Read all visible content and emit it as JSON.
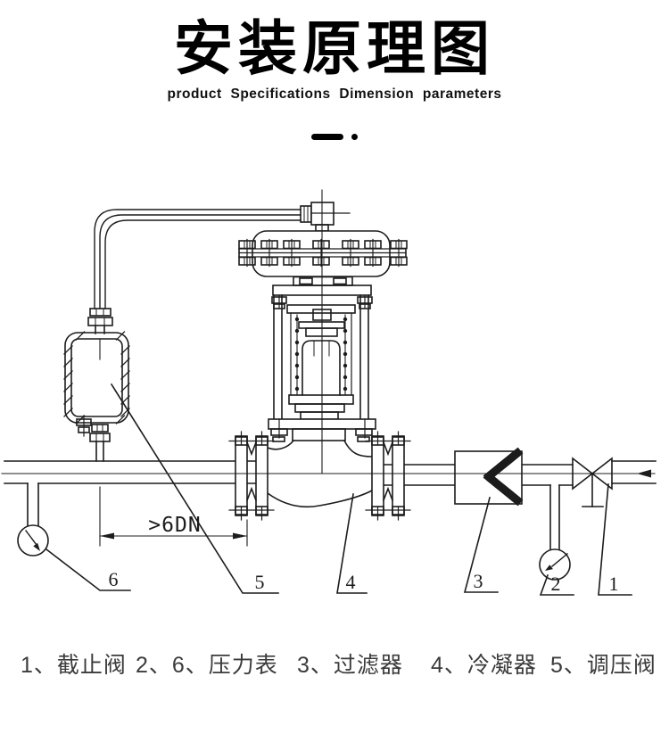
{
  "header": {
    "title": "安装原理图",
    "subtitle": "product  Specifications  Dimension parameters"
  },
  "diagram": {
    "dimension_label": ">6DN",
    "callouts": {
      "c1": "1",
      "c2": "2",
      "c3": "3",
      "c4": "4",
      "c5": "5",
      "c6": "6"
    },
    "colors": {
      "line": "#1c1c1c",
      "background": "#ffffff"
    }
  },
  "legend": {
    "items": [
      {
        "label": "1、截止阀"
      },
      {
        "label": "2、6、压力表"
      },
      {
        "label": "3、过滤器"
      },
      {
        "label": "4、冷凝器"
      },
      {
        "label": "5、调压阀"
      }
    ]
  }
}
